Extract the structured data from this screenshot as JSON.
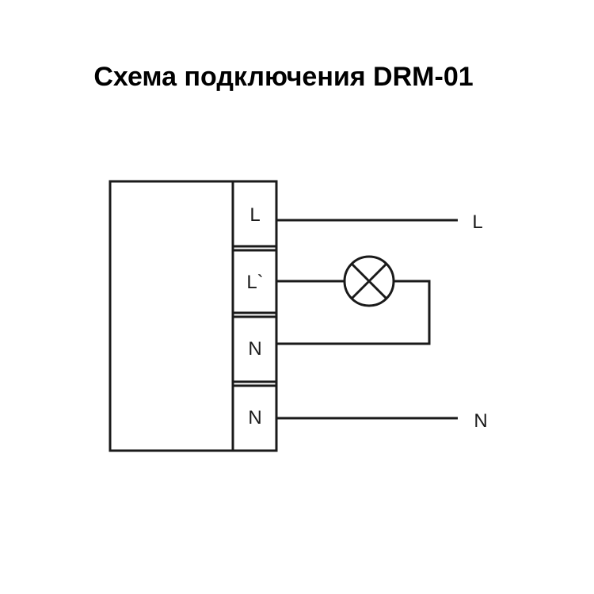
{
  "title": "Схема подключения DRM-01",
  "device": {
    "terminals": [
      {
        "id": "t1",
        "label": "L"
      },
      {
        "id": "t2",
        "label": "L`"
      },
      {
        "id": "t3",
        "label": "N"
      },
      {
        "id": "t4",
        "label": "N"
      }
    ]
  },
  "external": {
    "line_label": "L",
    "neutral_label": "N"
  },
  "colors": {
    "stroke": "#1a1a1a",
    "background": "#ffffff"
  },
  "load": {
    "icon": "lamp-icon"
  }
}
